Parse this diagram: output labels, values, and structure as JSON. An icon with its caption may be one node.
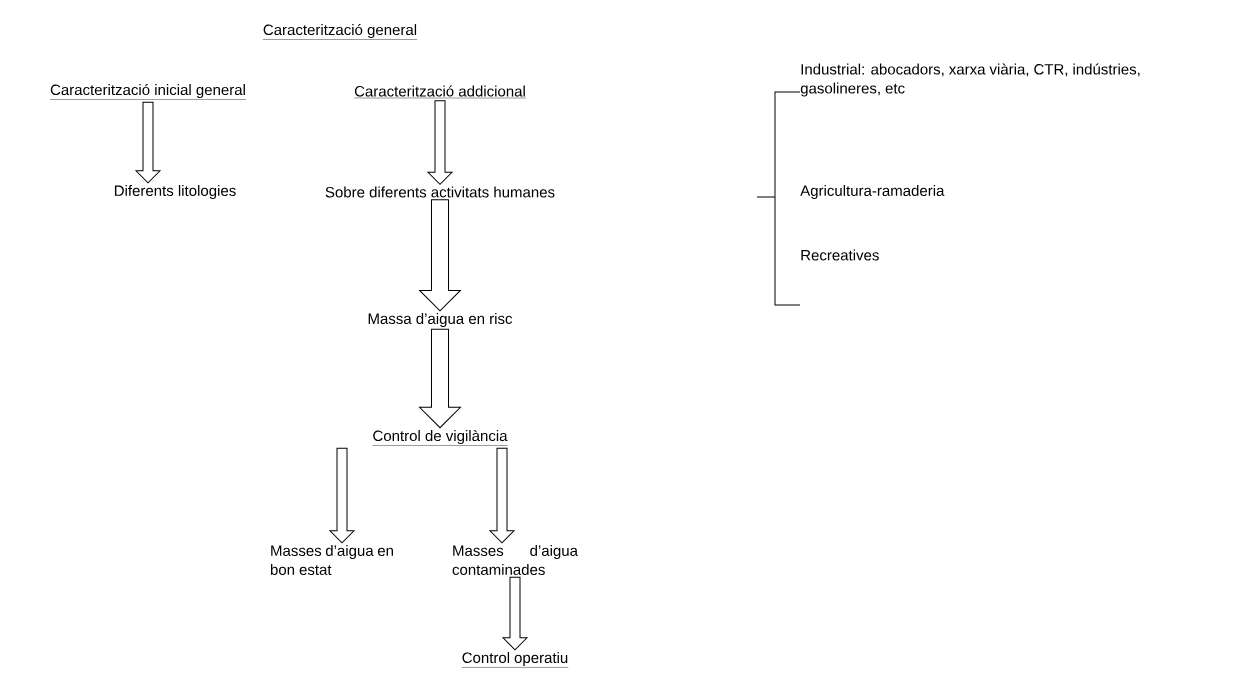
{
  "diagram": {
    "title": "Caracterització general",
    "nodes": [
      {
        "text": [
          "Caracterització inicial general"
        ]
      },
      {
        "text": [
          "Diferents litologies"
        ]
      },
      {
        "text": [
          "Caracterització addicional"
        ]
      },
      {
        "text": [
          "Sobre diferents activitats humanes"
        ]
      },
      {
        "text": [
          "Massa d’aigua en risc"
        ]
      },
      {
        "text": [
          "Control de vigilància"
        ]
      },
      {
        "text": [
          "Masses d’aigua en bon estat"
        ]
      },
      {
        "text": [
          "Masses d’aigua contaminades"
        ]
      },
      {
        "text": [
          "Control operatiu"
        ]
      }
    ],
    "edges": [
      {
        "from": 0,
        "to": 1,
        "arrow": "to"
      },
      {
        "from": 2,
        "to": 3,
        "arrow": "to"
      },
      {
        "from": 3,
        "to": 4,
        "arrow": "to"
      },
      {
        "from": 4,
        "to": 5,
        "arrow": "to"
      },
      {
        "from": 5,
        "to": 6,
        "arrow": "to"
      },
      {
        "from": 5,
        "to": 7,
        "arrow": "to"
      },
      {
        "from": 7,
        "to": 8,
        "arrow": "to"
      }
    ],
    "labels": [
      "Industrial: abocadors, xarxa viària, CTR, indústries, gasolineres, etc",
      "Agricultura-ramaderia",
      "Recreatives"
    ]
  }
}
